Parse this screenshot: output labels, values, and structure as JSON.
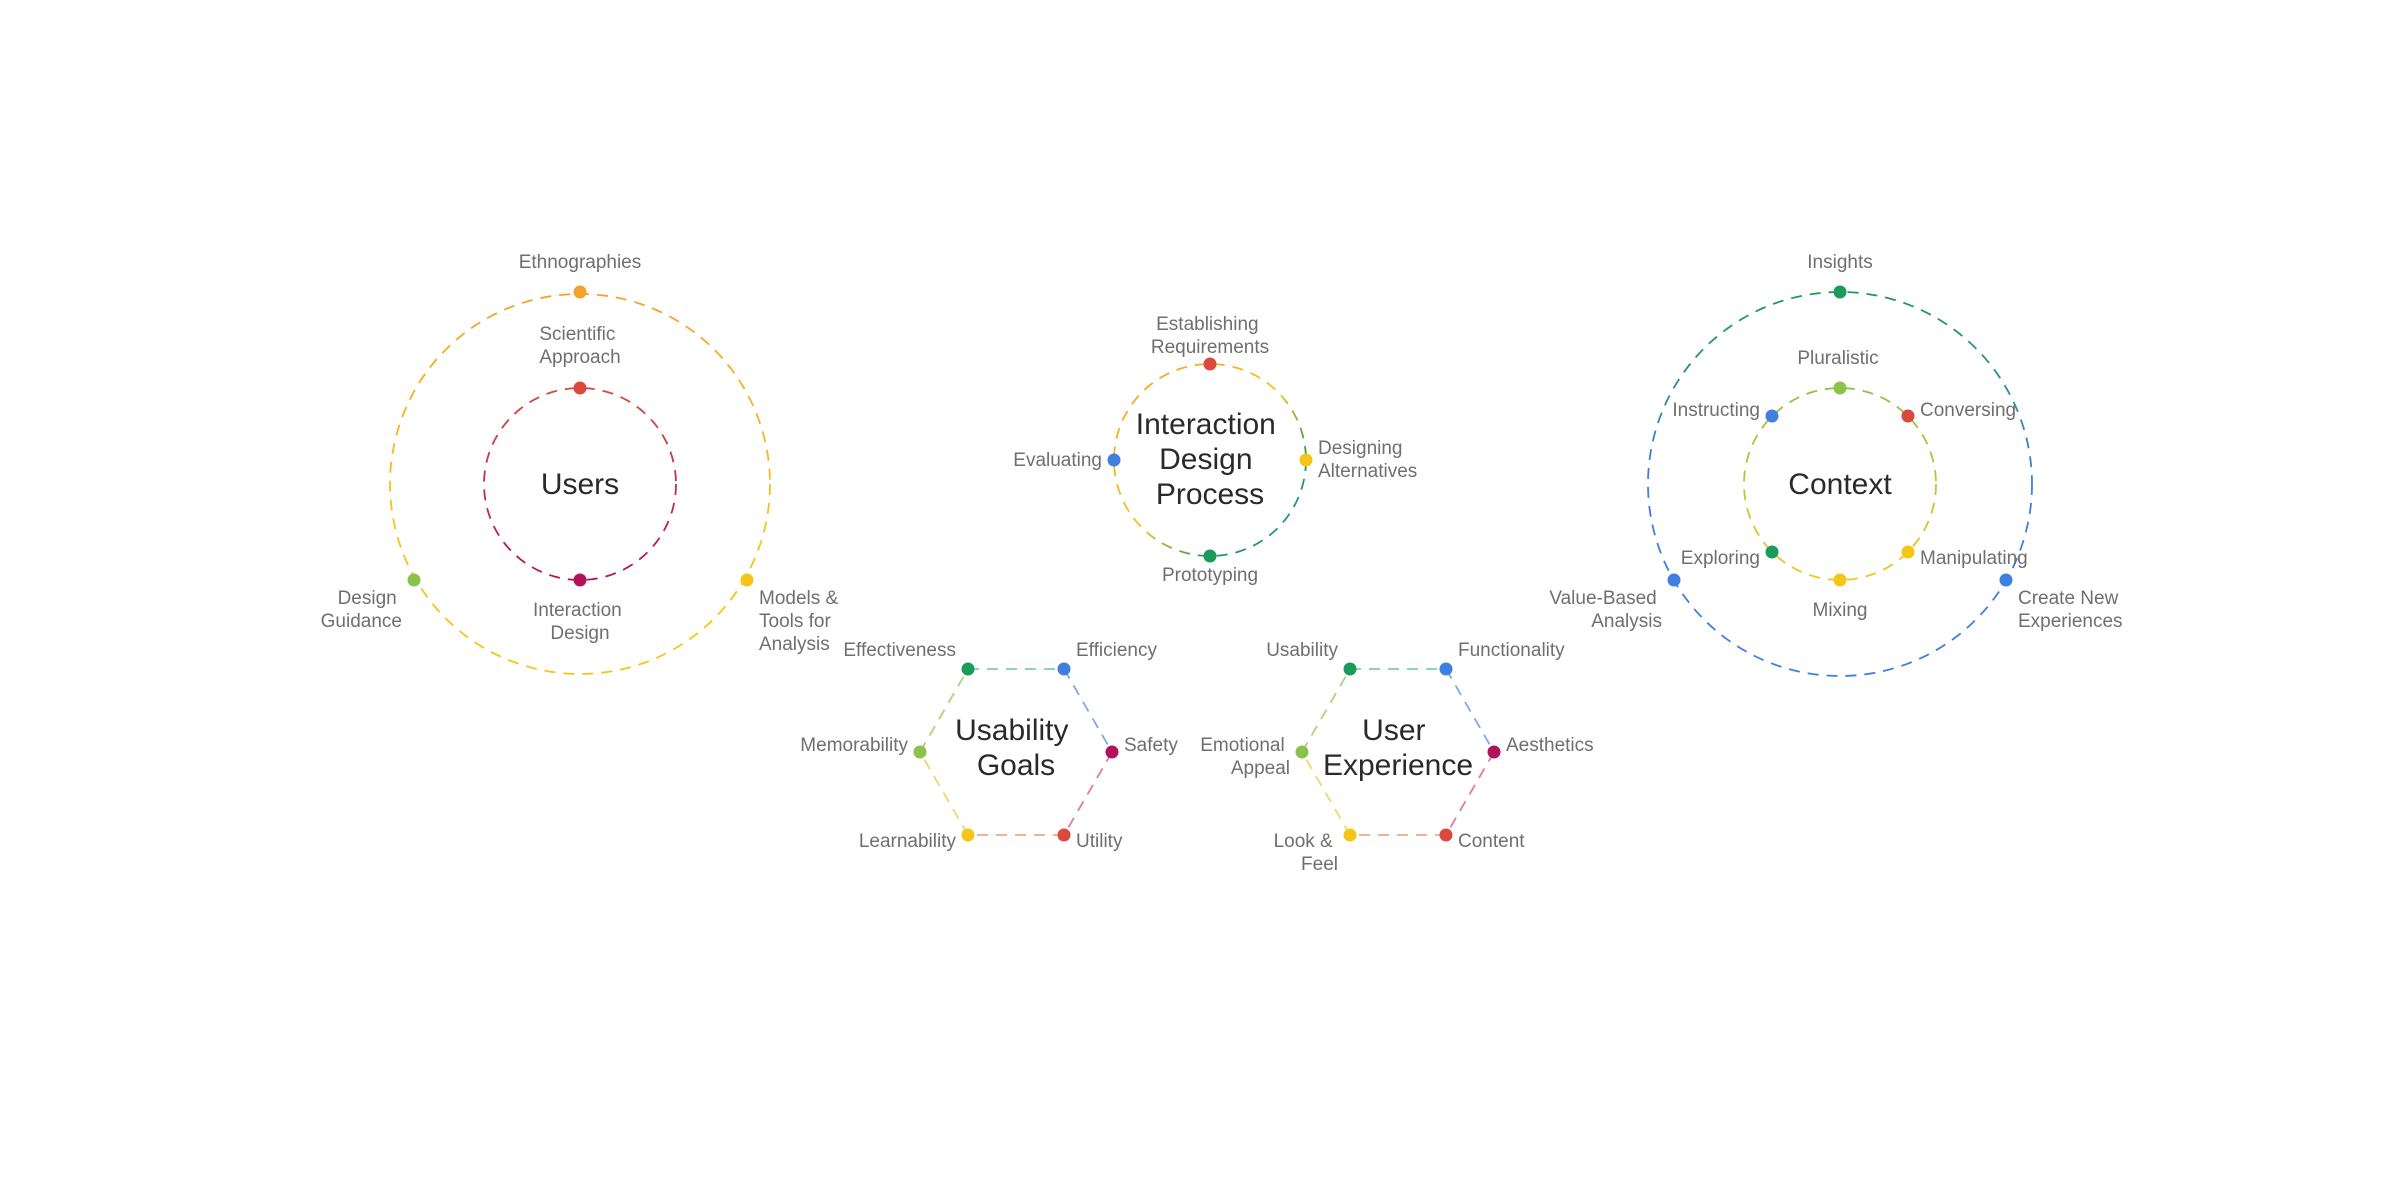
{
  "colors": {
    "red": "#d94a3d",
    "orange": "#f3a22a",
    "yellow": "#f5c518",
    "green": "#1a9b5a",
    "lightgreen": "#8bc34a",
    "blue": "#3f7fe0",
    "magenta": "#b0135a"
  },
  "users": {
    "title": "Users",
    "inner_top": [
      "Scientific",
      "Approach"
    ],
    "inner_bottom": [
      "Interaction",
      "Design"
    ],
    "outer_top": "Ethnographies",
    "outer_left": [
      "Design",
      "Guidance"
    ],
    "outer_right": [
      "Models &",
      "Tools for",
      "Analysis"
    ]
  },
  "idp": {
    "title": [
      "Interaction",
      "Design",
      "Process"
    ],
    "top": [
      "Establishing",
      "Requirements"
    ],
    "right": [
      "Designing",
      "Alternatives"
    ],
    "bottom": "Prototyping",
    "left": "Evaluating"
  },
  "context": {
    "title": "Context",
    "outer_top": "Insights",
    "inner_top": "Pluralistic",
    "instructing": "Instructing",
    "conversing": "Conversing",
    "exploring": "Exploring",
    "manipulating": "Manipulating",
    "mixing": "Mixing",
    "value_based": [
      "Value-Based",
      "Analysis"
    ],
    "create_new": [
      "Create New",
      "Experiences"
    ]
  },
  "usability": {
    "title": [
      "Usability",
      "Goals"
    ],
    "effectiveness": "Effectiveness",
    "efficiency": "Efficiency",
    "memorability": "Memorability",
    "safety": "Safety",
    "learnability": "Learnability",
    "utility": "Utility"
  },
  "ux": {
    "title": [
      "User",
      "Experience"
    ],
    "usability": "Usability",
    "functionality": "Functionality",
    "emotional_appeal": [
      "Emotional",
      "Appeal"
    ],
    "aesthetics": "Aesthetics",
    "look_feel": [
      "Look &",
      "Feel"
    ],
    "content": "Content"
  }
}
